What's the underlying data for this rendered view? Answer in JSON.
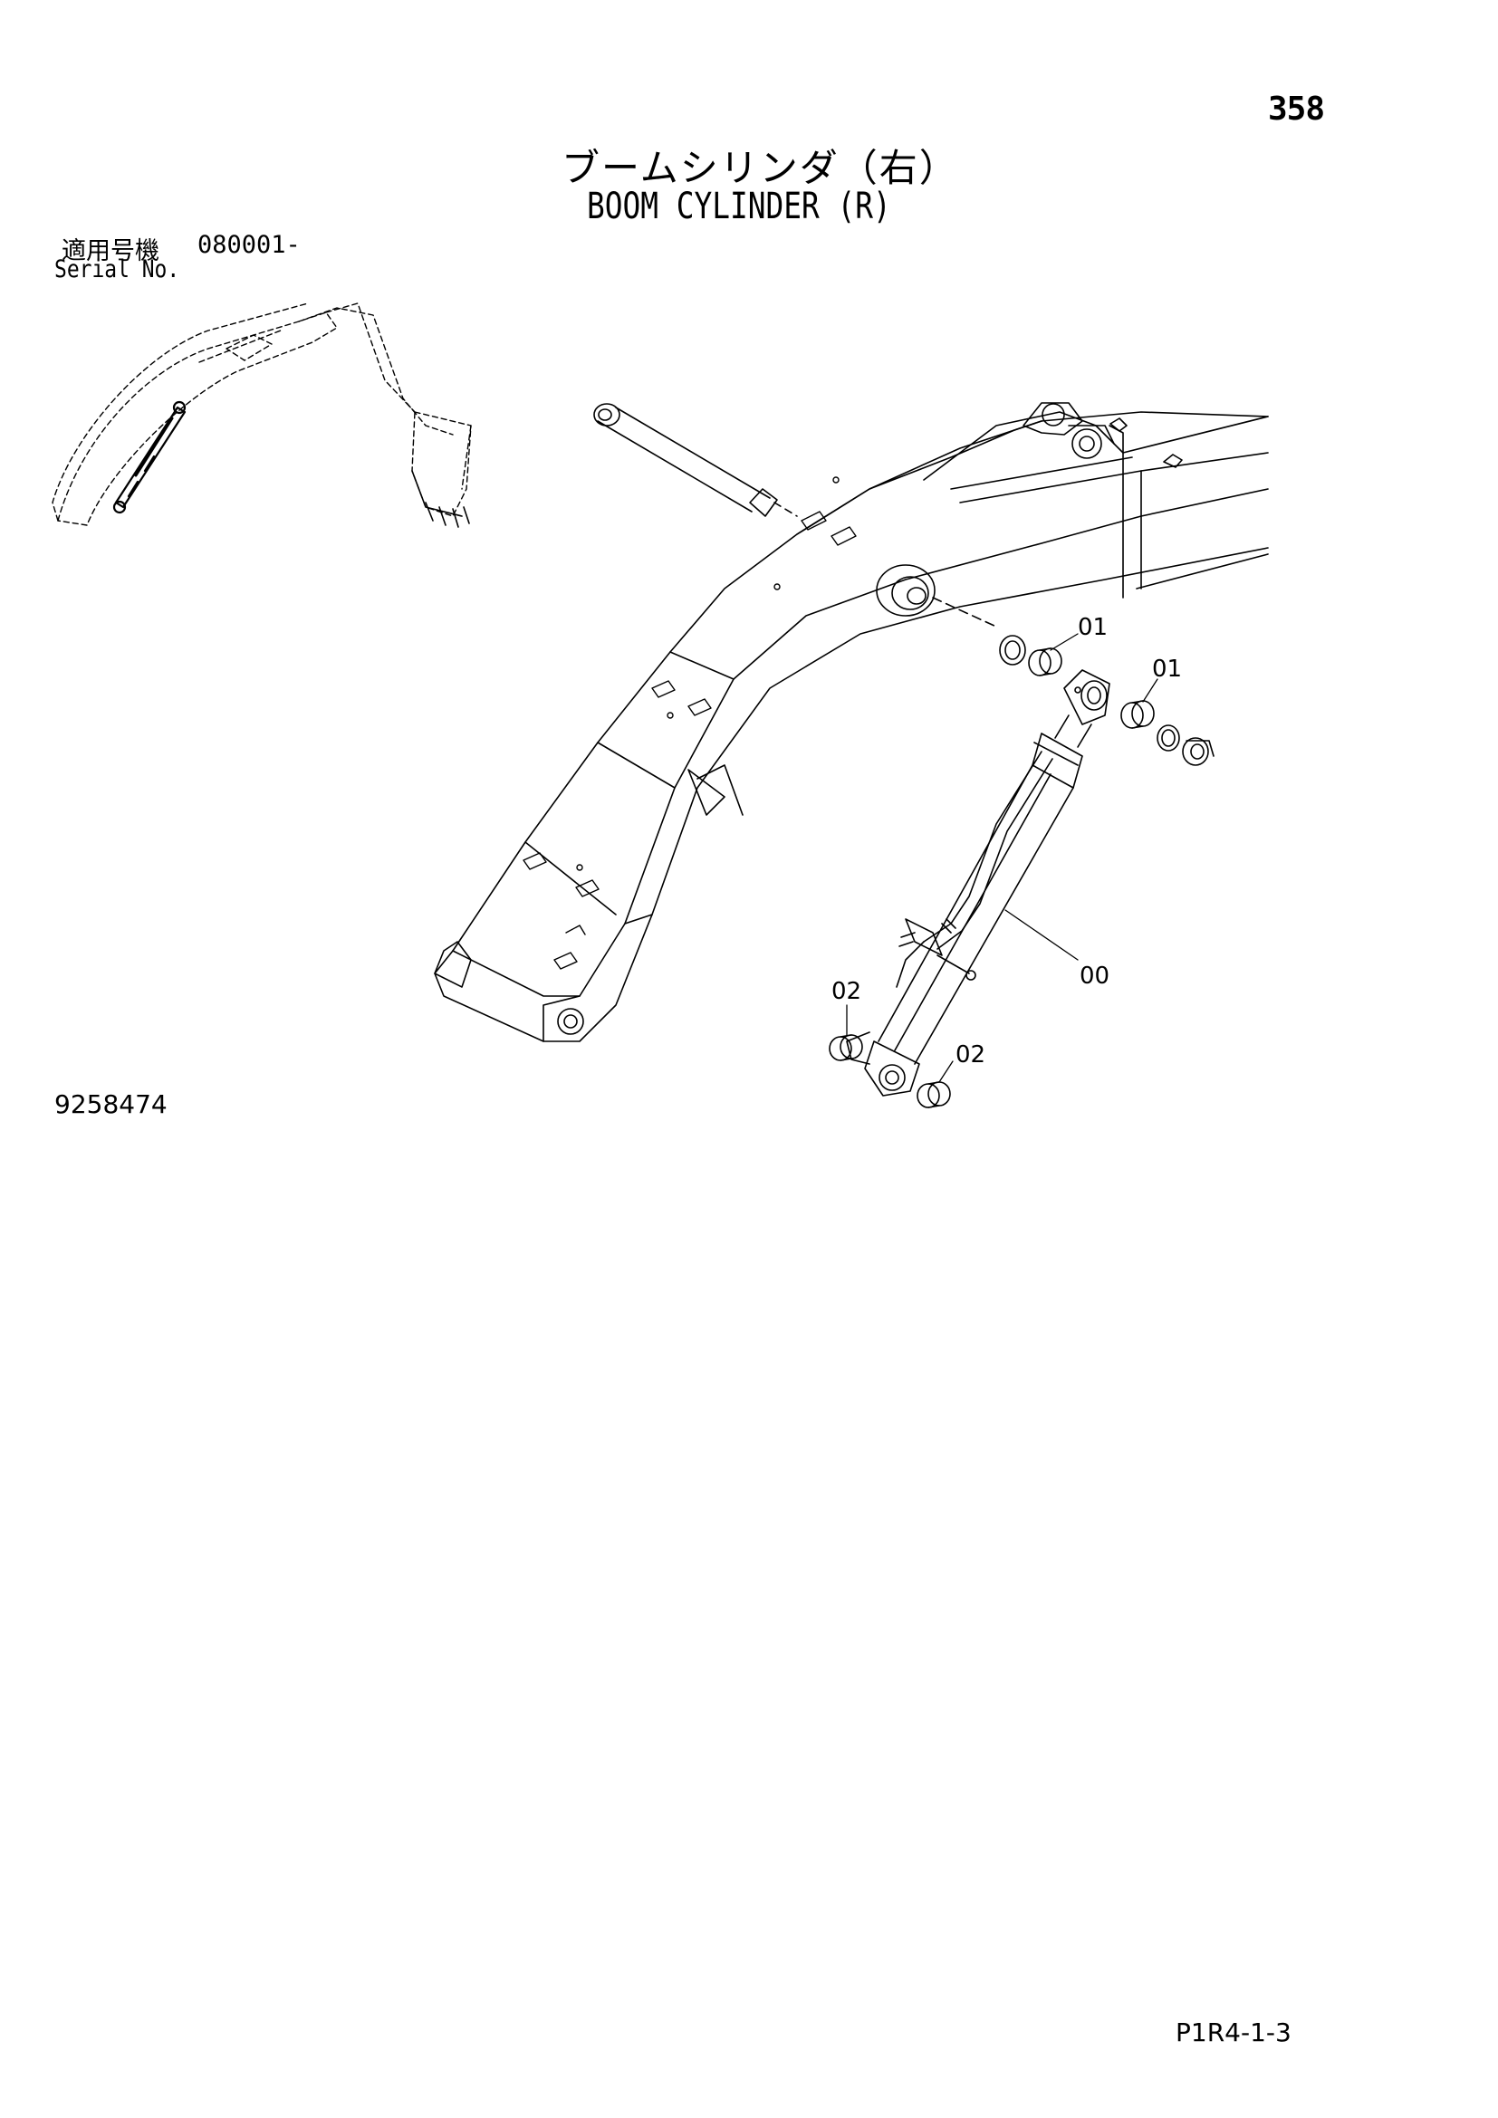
{
  "page": {
    "page_number": "358",
    "title_jp": "ブームシリンダ（右）",
    "title_en": "BOOM CYLINDER (R)",
    "serial_label_jp": "適用号機",
    "serial_value": "080001-",
    "serial_label_en": "Serial No.",
    "drawing_number": "9258474",
    "footer_code": "P1R4-1-3"
  },
  "callouts": [
    {
      "id": "c-01-upper-left",
      "text": "01"
    },
    {
      "id": "c-01-upper-right",
      "text": "01"
    },
    {
      "id": "c-00",
      "text": "00"
    },
    {
      "id": "c-02-lower-left",
      "text": "02"
    },
    {
      "id": "c-02-lower-right",
      "text": "02"
    }
  ],
  "colors": {
    "ink": "#000000",
    "paper": "#ffffff"
  }
}
